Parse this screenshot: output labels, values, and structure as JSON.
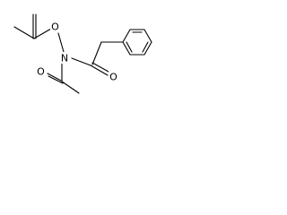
{
  "molecule": {
    "atoms": {
      "o_ester": "O",
      "n_center": "N",
      "o_acetyl_carbonyl": "O",
      "o_amide_carbonyl": "O"
    },
    "colors": {
      "bond": "#000000",
      "label": "#000000",
      "background": "#ffffff"
    }
  }
}
